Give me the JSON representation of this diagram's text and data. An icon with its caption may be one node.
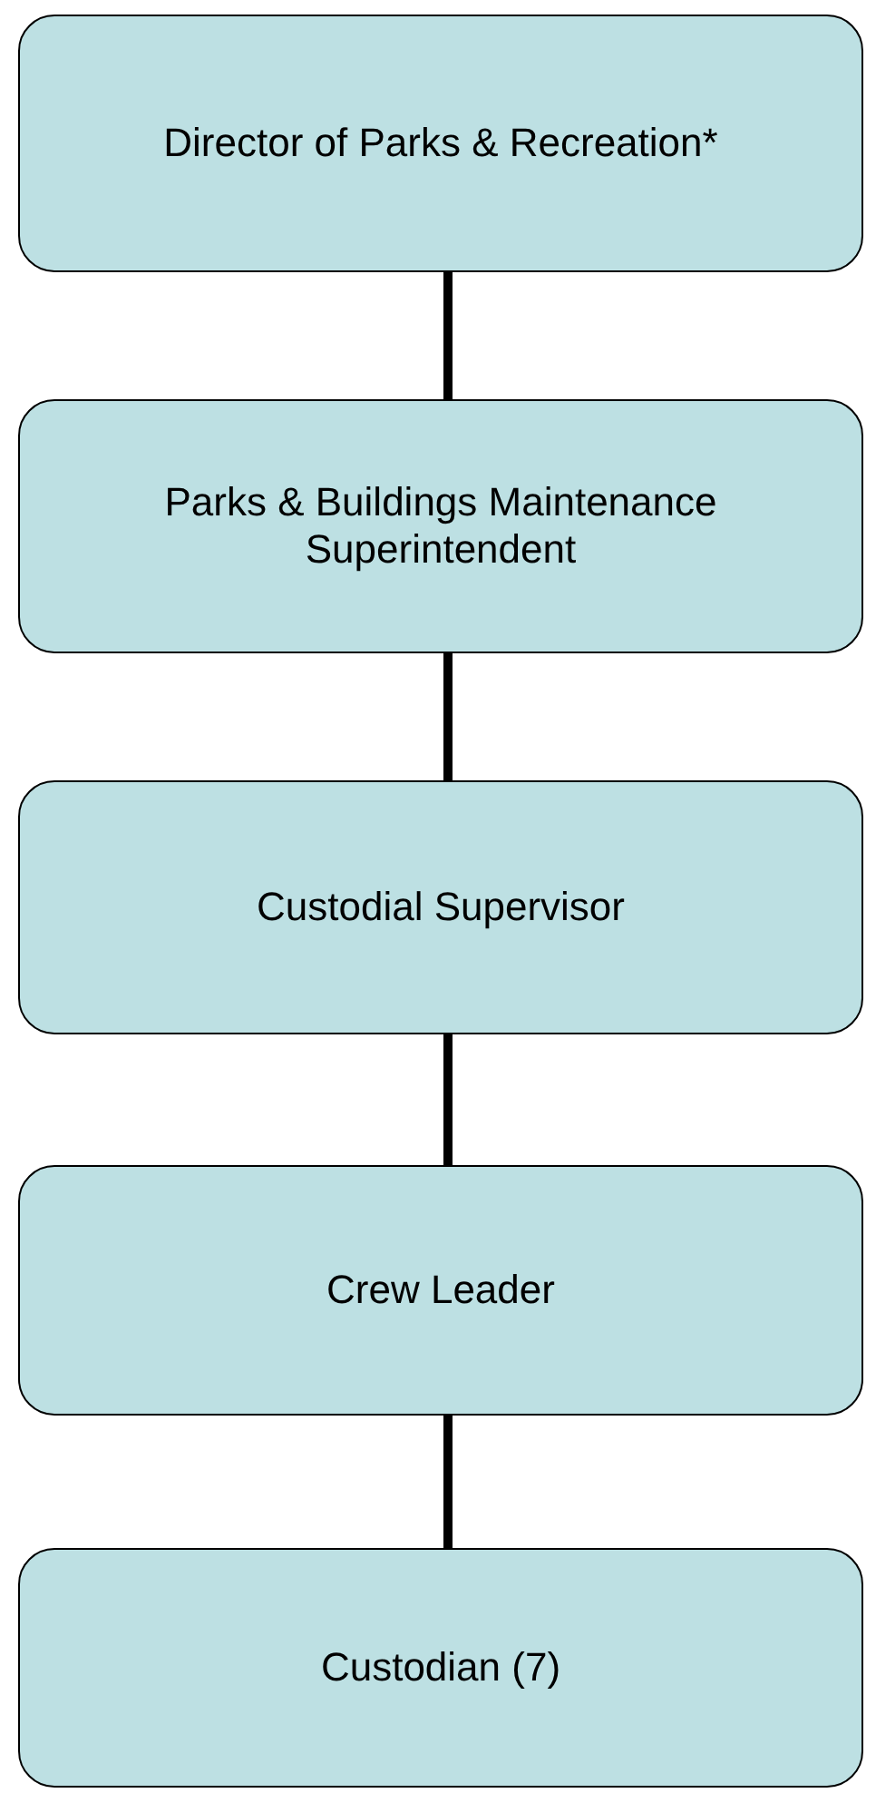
{
  "diagram": {
    "nodes": [
      {
        "text": [
          "Director of Parks & Recreation*"
        ]
      },
      {
        "text": [
          "Parks & Buildings Maintenance Superintendent"
        ]
      },
      {
        "text": [
          "Custodial Supervisor"
        ]
      },
      {
        "text": [
          "Crew Leader"
        ]
      },
      {
        "text": [
          "Custodian (7)"
        ]
      }
    ],
    "edges": [
      {
        "from": 0,
        "to": 1,
        "arrow": "none"
      },
      {
        "from": 1,
        "to": 2,
        "arrow": "none"
      },
      {
        "from": 2,
        "to": 3,
        "arrow": "none"
      },
      {
        "from": 3,
        "to": 4,
        "arrow": "none"
      }
    ]
  }
}
